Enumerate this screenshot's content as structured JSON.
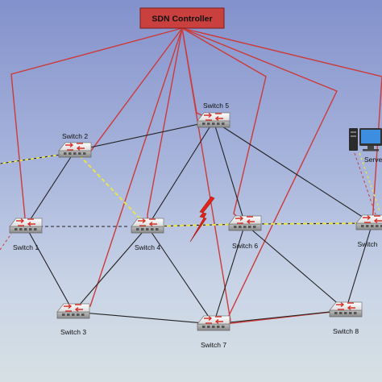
{
  "controller": {
    "label": "SDN Controller"
  },
  "server": {
    "label": "Server"
  },
  "switches": [
    {
      "id": "s1",
      "label": "Switch 1"
    },
    {
      "id": "s2",
      "label": "Switch 2"
    },
    {
      "id": "s3",
      "label": "Switch 3"
    },
    {
      "id": "s4",
      "label": "Switch 4"
    },
    {
      "id": "s5",
      "label": "Switch 5"
    },
    {
      "id": "s6",
      "label": "Switch 6"
    },
    {
      "id": "s7",
      "label": "Switch 7"
    },
    {
      "id": "s8",
      "label": "Switch 8"
    },
    {
      "id": "s9",
      "label": "Switch"
    }
  ],
  "data_links": [
    [
      "s1",
      "s2"
    ],
    [
      "s1",
      "s3"
    ],
    [
      "s2",
      "s5"
    ],
    [
      "s3",
      "s4"
    ],
    [
      "s3",
      "s7"
    ],
    [
      "s4",
      "s5"
    ],
    [
      "s4",
      "s6"
    ],
    [
      "s4",
      "s7"
    ],
    [
      "s5",
      "s6"
    ],
    [
      "s5",
      "s9"
    ],
    [
      "s6",
      "s7"
    ],
    [
      "s6",
      "s8"
    ],
    [
      "s7",
      "s8"
    ],
    [
      "s8",
      "s9"
    ],
    [
      "s6",
      "s9"
    ]
  ],
  "control_links": [
    "s1",
    "s2",
    "s3",
    "s4",
    "s5",
    "s6",
    "s7",
    "s8",
    "s9"
  ],
  "active_path": [
    "s2",
    "s4",
    "s6",
    "s9"
  ],
  "failed_link": [
    "s4",
    "s6"
  ],
  "colors": {
    "control_link": "#cc3a3a",
    "data_link": "#222222",
    "active_path": "#e8e34a",
    "controller_fill": "#c9403e",
    "failure_bolt": "#e2231a"
  }
}
